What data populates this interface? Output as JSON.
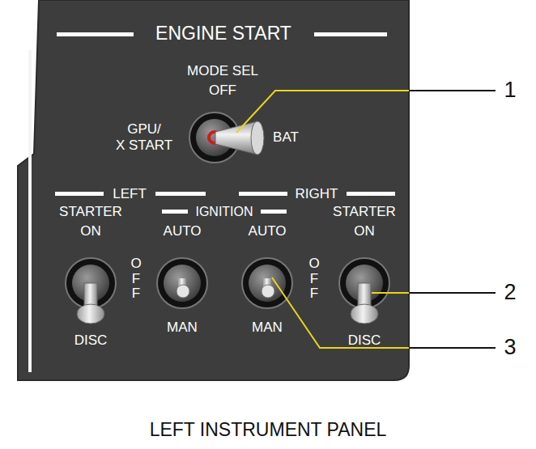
{
  "diagram": {
    "title": "ENGINE START",
    "caption": "LEFT INSTRUMENT PANEL",
    "labels": [
      "MODE SEL",
      "OFF",
      "GPU/",
      "X START",
      "BAT",
      "LEFT",
      "RIGHT",
      "STARTER",
      "ON",
      "IGNITION",
      "AUTO",
      "AUTO",
      "STARTER",
      "ON",
      "OFF",
      "OFF",
      "DISC",
      "MAN",
      "MAN",
      "DISC",
      "1",
      "2",
      "3"
    ]
  }
}
